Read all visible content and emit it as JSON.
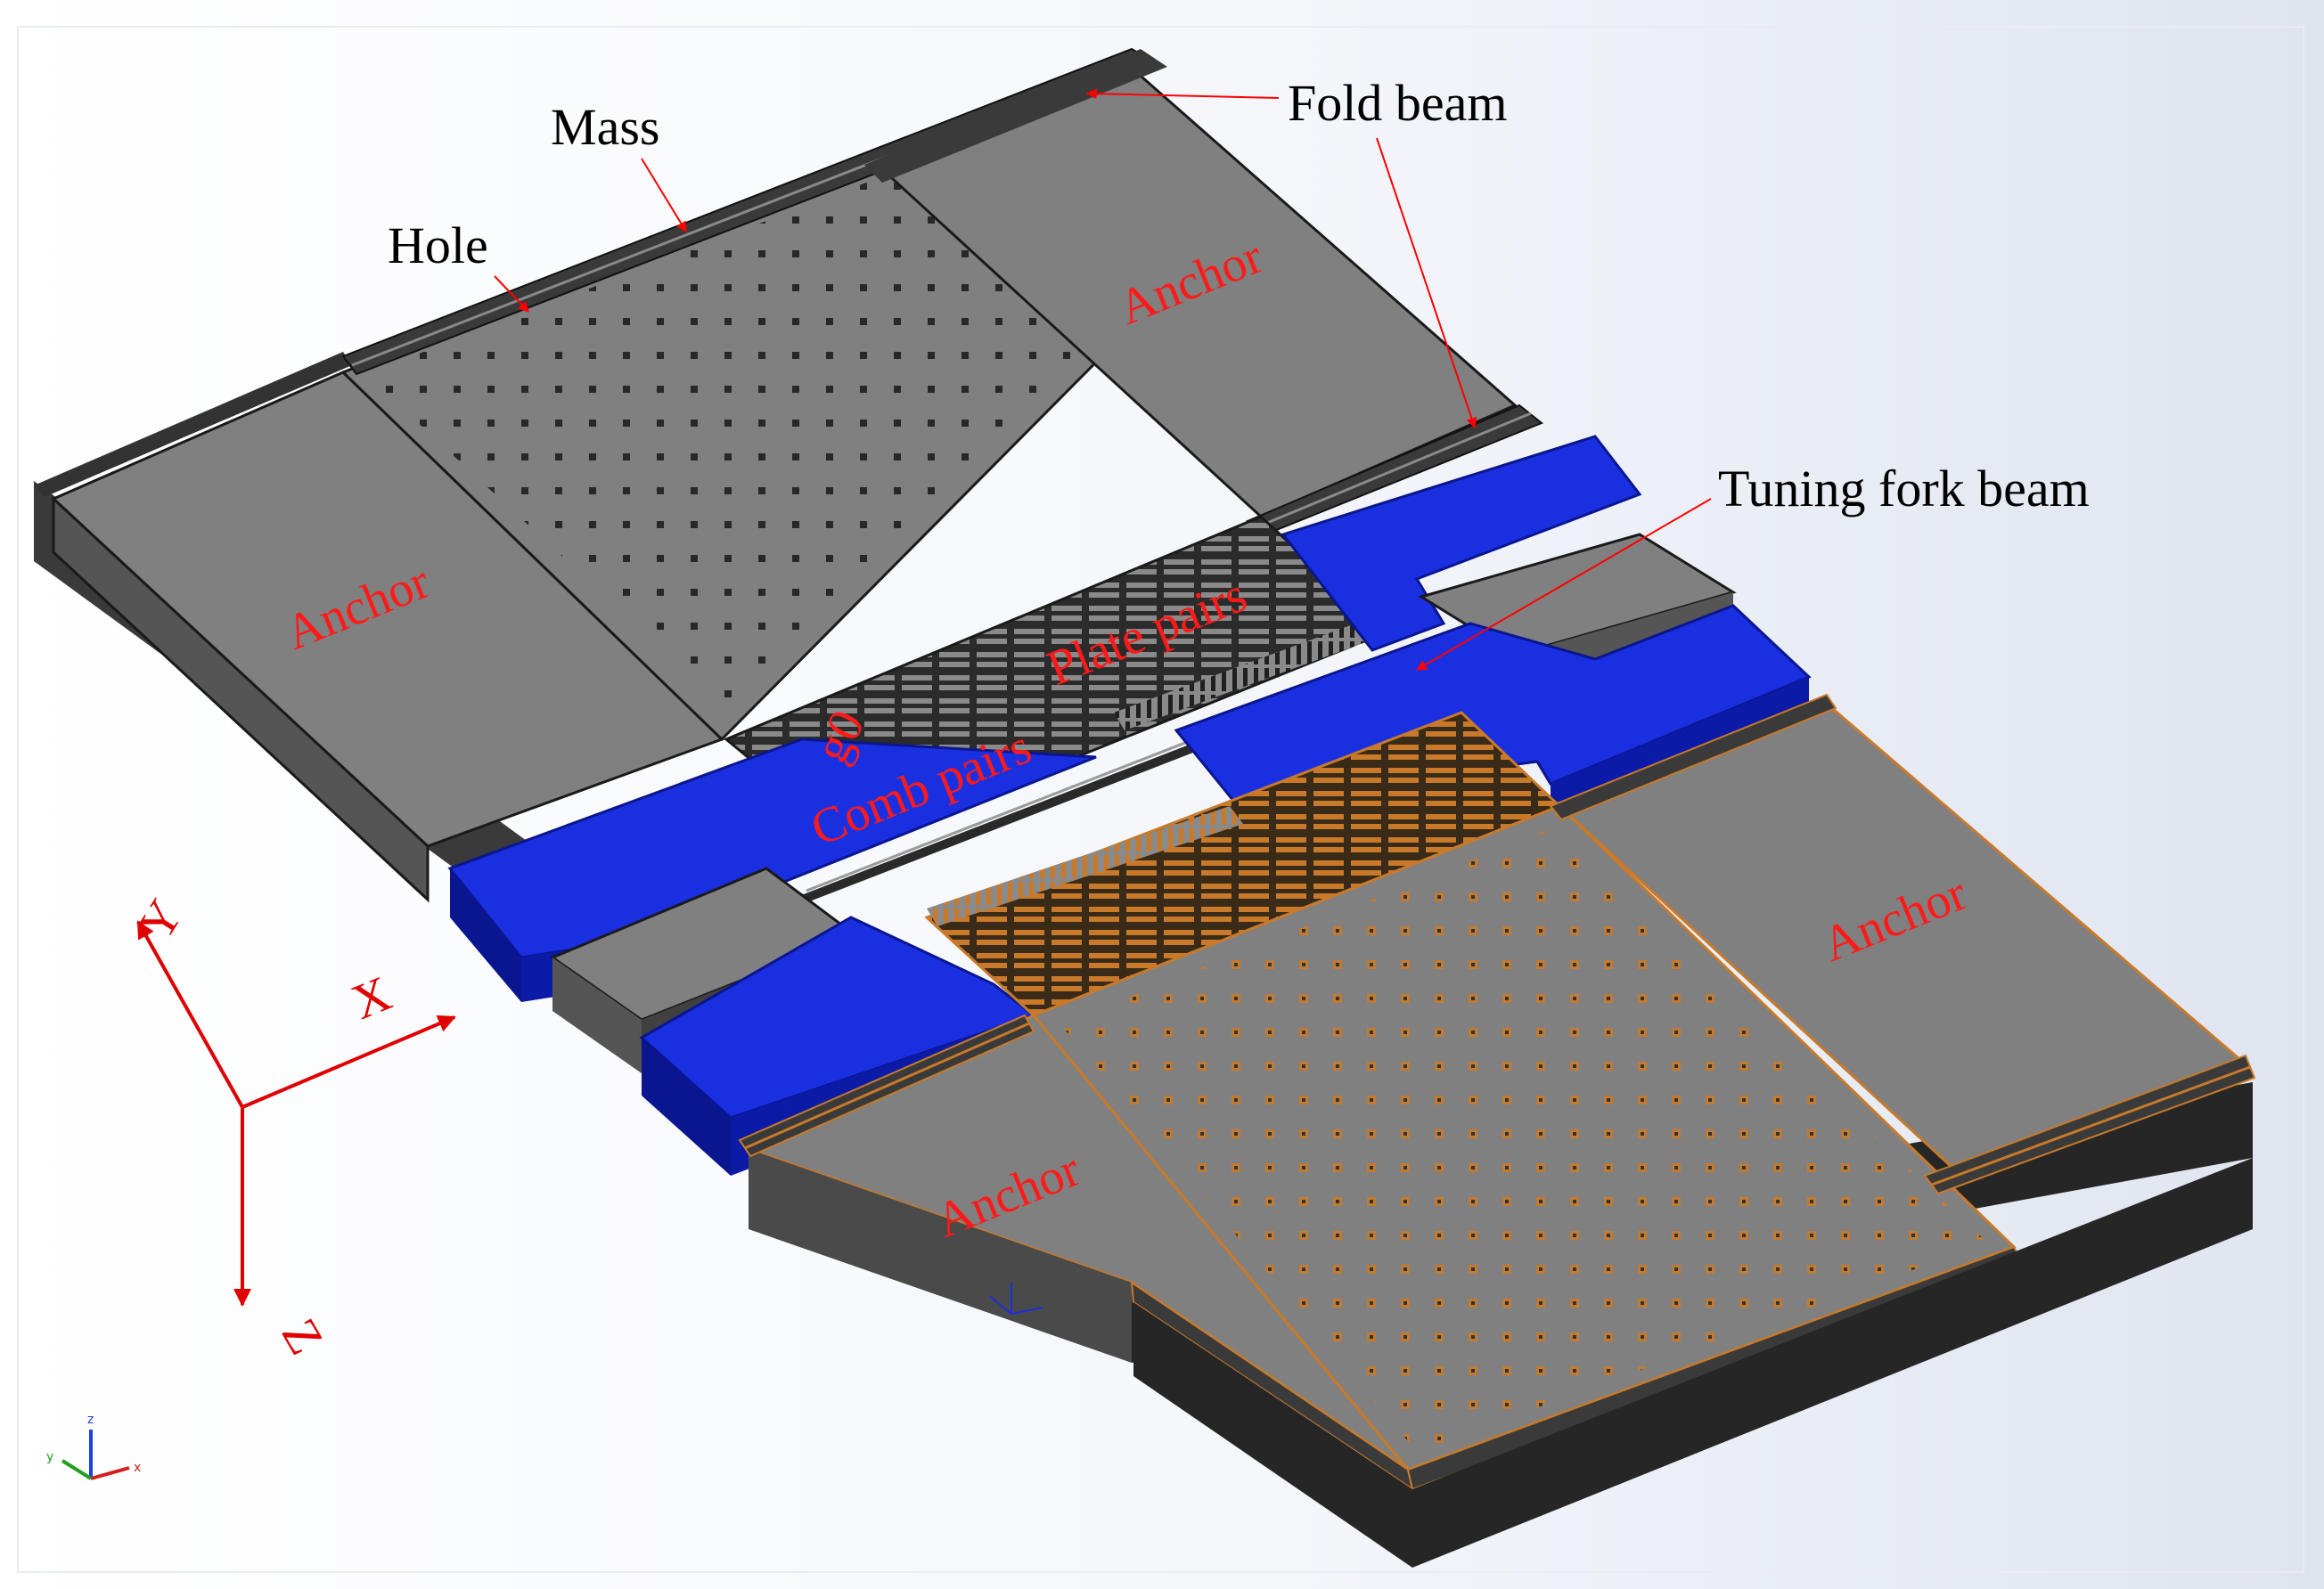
{
  "labels": {
    "mass": "Mass",
    "hole": "Hole",
    "fold_beam": "Fold beam",
    "tuning_fork_beam": "Tuning fork beam",
    "anchor_top_left": "Anchor",
    "anchor_top_right": "Anchor",
    "anchor_bottom_left": "Anchor",
    "anchor_bottom_right": "Anchor",
    "plate_pairs": "Plate pairs",
    "g0": "g0",
    "comb_pairs": "Comb pairs"
  },
  "axes": {
    "x": "X",
    "y": "Y",
    "z": "Z"
  },
  "mini_axes": {
    "x": "x",
    "y": "y",
    "z": "z"
  },
  "colors": {
    "background": "#ffffff",
    "sky_gradient": "#dfe4ef",
    "anchor_top": "#7f7f7f",
    "anchor_side": "#505050",
    "anchor_dark": "#2d2d2d",
    "electrode_blue": "#1a2fe0",
    "electrode_blue_dark": "#0a1690",
    "selected_edge": "#c87a2a",
    "callout_red": "#ff0000",
    "label_red": "#ff1a1a",
    "axis_red": "#e00000"
  }
}
